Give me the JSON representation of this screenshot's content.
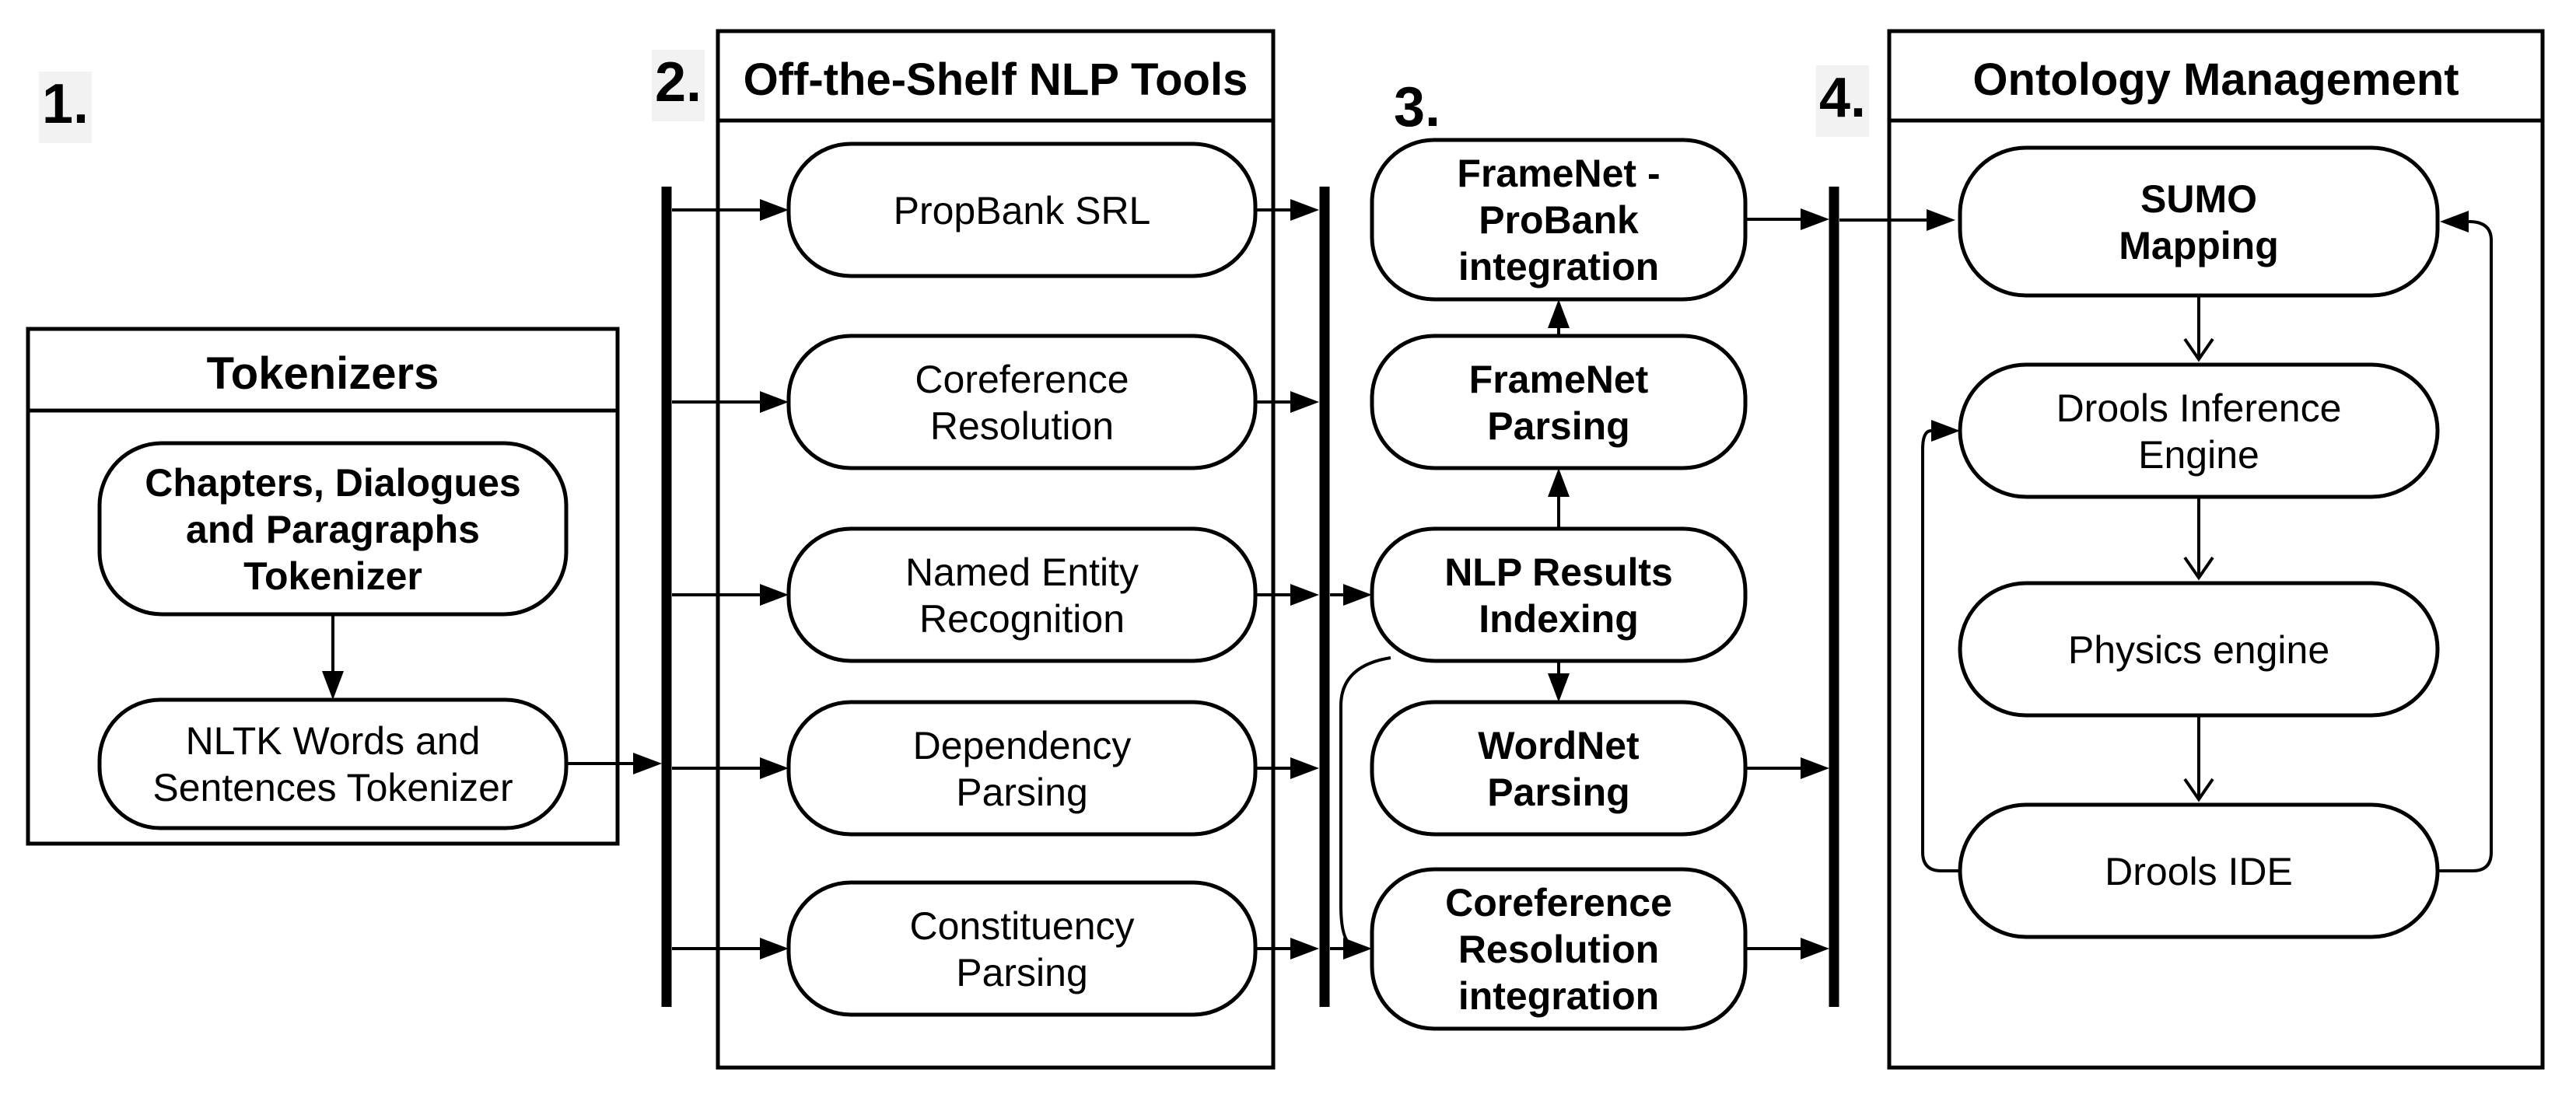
{
  "stage1": {
    "number": "1.",
    "title": "Tokenizers",
    "chapters_tokenizer": [
      "Chapters, Dialogues",
      "and Paragraphs",
      "Tokenizer"
    ],
    "nltk_tokenizer": [
      "NLTK Words and",
      "Sentences Tokenizer"
    ]
  },
  "stage2": {
    "number": "2.",
    "title": "Off-the-Shelf NLP Tools",
    "propbank_srl": [
      "PropBank SRL"
    ],
    "coreference_resolution": [
      "Coreference",
      "Resolution"
    ],
    "named_entity_recognition": [
      "Named Entity",
      "Recognition"
    ],
    "dependency_parsing": [
      "Dependency",
      "Parsing"
    ],
    "constituency_parsing": [
      "Constituency",
      "Parsing"
    ]
  },
  "stage3": {
    "number": "3.",
    "framenet_probank_integration": [
      "FrameNet -",
      "ProBank",
      "integration"
    ],
    "framenet_parsing": [
      "FrameNet",
      "Parsing"
    ],
    "nlp_results_indexing": [
      "NLP Results",
      "Indexing"
    ],
    "wordnet_parsing": [
      "WordNet",
      "Parsing"
    ],
    "coreference_resolution_integration": [
      "Coreference",
      "Resolution",
      "integration"
    ]
  },
  "stage4": {
    "number": "4.",
    "title": "Ontology Management",
    "sumo_mapping": [
      "SUMO",
      "Mapping"
    ],
    "drools_inference_engine": [
      "Drools Inference",
      "Engine"
    ],
    "physics_engine": [
      "Physics engine"
    ],
    "drools_ide": [
      "Drools IDE"
    ]
  },
  "colors": {
    "background": "#ffffff",
    "line": "#000000",
    "text": "#000000",
    "stage_label_bg": "#f2f2f2"
  }
}
